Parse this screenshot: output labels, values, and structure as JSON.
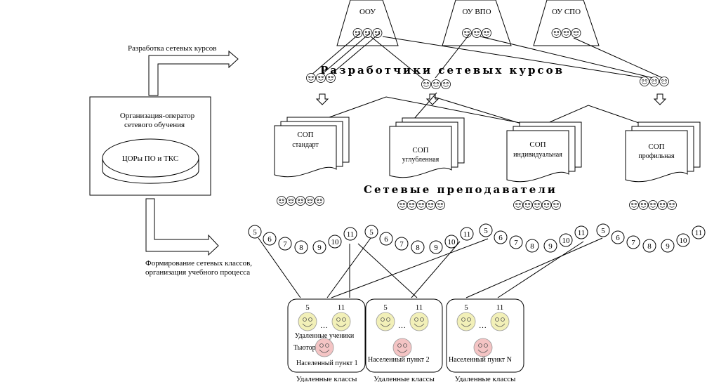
{
  "diagram": {
    "arrows": {
      "develop_label": "Разработка сетевых курсов",
      "form_label_line1": "Формирование сетевых классов,",
      "form_label_line2": "организация учебного процесса"
    },
    "operator": {
      "title_line1": "Организация-оператор",
      "title_line2": "сетевого обучения",
      "database_label": "ЦОРы ПО и ТКС"
    },
    "institutions": [
      {
        "label": "ООУ",
        "faces": 3
      },
      {
        "label": "ОУ ВПО",
        "faces": 3
      },
      {
        "label": "ОУ СПО",
        "faces": 3
      }
    ],
    "developers_heading": "Разработчики сетевых курсов",
    "developer_groups": [
      3,
      3,
      3
    ],
    "teachers_heading": "Сетевые преподаватели",
    "courses": [
      {
        "title": "СОП",
        "subtitle": "стандарт",
        "teachers": 5
      },
      {
        "title": "СОП",
        "subtitle": "углубленная",
        "teachers": 5
      },
      {
        "title": "СОП",
        "subtitle": "индивидуальная",
        "teachers": 5
      },
      {
        "title": "СОП",
        "subtitle": "профильная",
        "teachers": 5
      }
    ],
    "grade_sequences": [
      [
        "5",
        "6",
        "7",
        "8",
        "9",
        "10",
        "11"
      ],
      [
        "5",
        "6",
        "7",
        "8",
        "9",
        "10",
        "11"
      ],
      [
        "5",
        "6",
        "7",
        "8",
        "9",
        "10",
        "11"
      ],
      [
        "5",
        "6",
        "7",
        "8",
        "9",
        "10",
        "11"
      ]
    ],
    "classes": [
      {
        "grade_from": "5",
        "grade_to": "11",
        "dots": "...",
        "students_label": "Удаленные ученики",
        "tutor_label": "Тьютор",
        "place": "Населенный пункт 1",
        "caption": "Удаленные классы"
      },
      {
        "grade_from": "5",
        "grade_to": "11",
        "dots": "...",
        "students_label": "",
        "tutor_label": "",
        "place": "Населенный пункт 2",
        "caption": "Удаленные классы"
      },
      {
        "grade_from": "5",
        "grade_to": "11",
        "dots": "...",
        "students_label": "",
        "tutor_label": "",
        "place": "Населенный пункт N",
        "caption": "Удаленные классы"
      }
    ],
    "colors": {
      "student_face": "#f2f0b8",
      "tutor_face": "#f4c4c4",
      "line": "#000000"
    }
  }
}
